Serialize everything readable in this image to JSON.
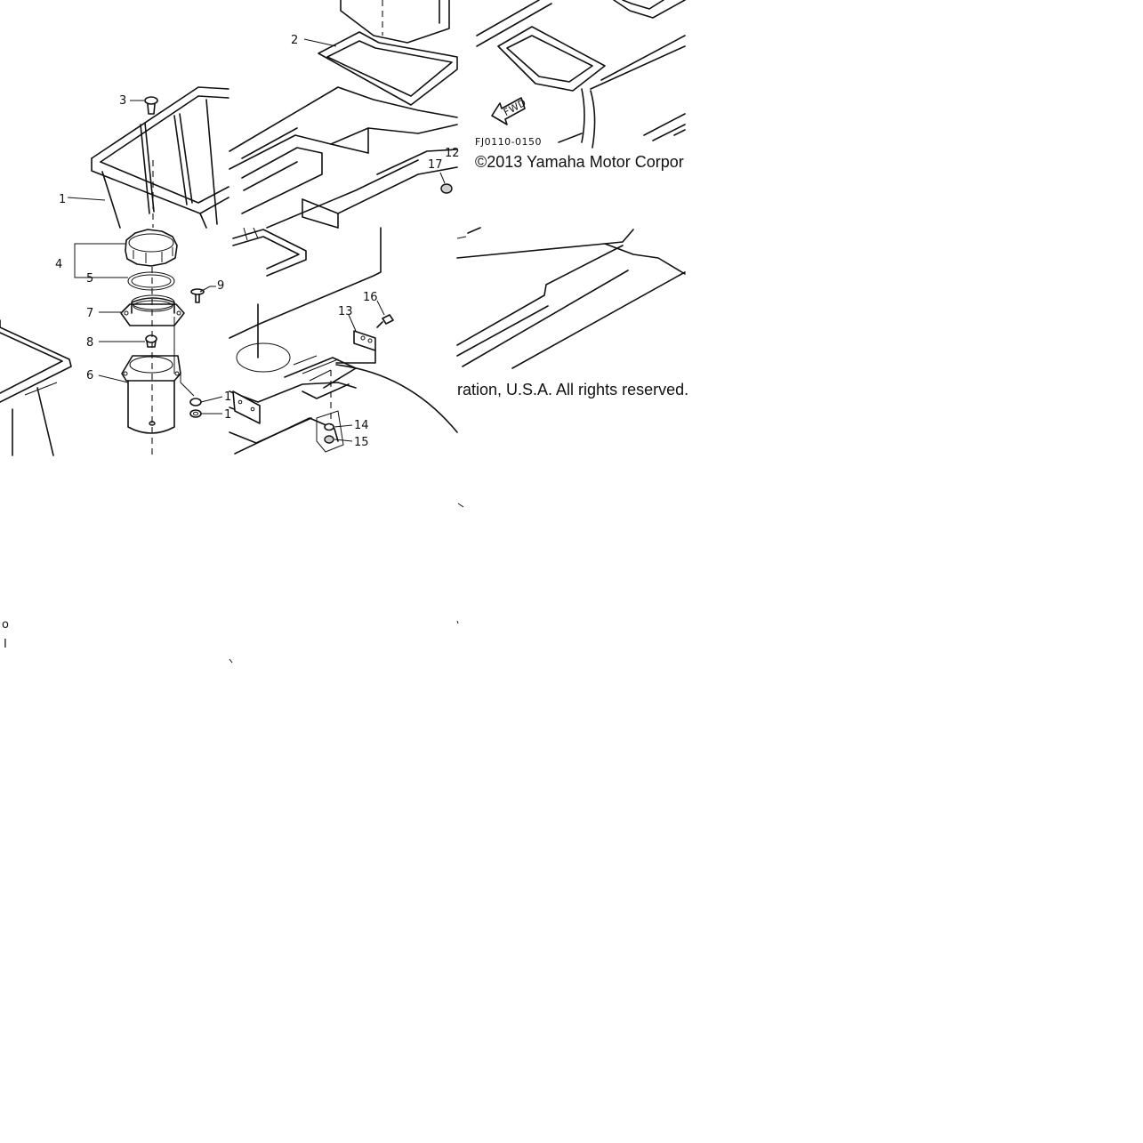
{
  "diagram": {
    "callouts": {
      "c1": "1",
      "c2": "2",
      "c3": "3",
      "c4": "4",
      "c5": "5",
      "c6": "6",
      "c7": "7",
      "c8": "8",
      "c9": "9",
      "c10a": "1",
      "c10b": "1",
      "c12": "12",
      "c13": "13",
      "c14": "14",
      "c15": "15",
      "c16": "16",
      "c17": "17",
      "c_o": "o",
      "c_i": "I"
    },
    "fwd_label": "FWD",
    "figure_code": "FJ0110-0150",
    "copyright_part1": "©2013 Yamaha Motor Corpor",
    "copyright_part2": "ration, U.S.A. All rights reserved."
  }
}
